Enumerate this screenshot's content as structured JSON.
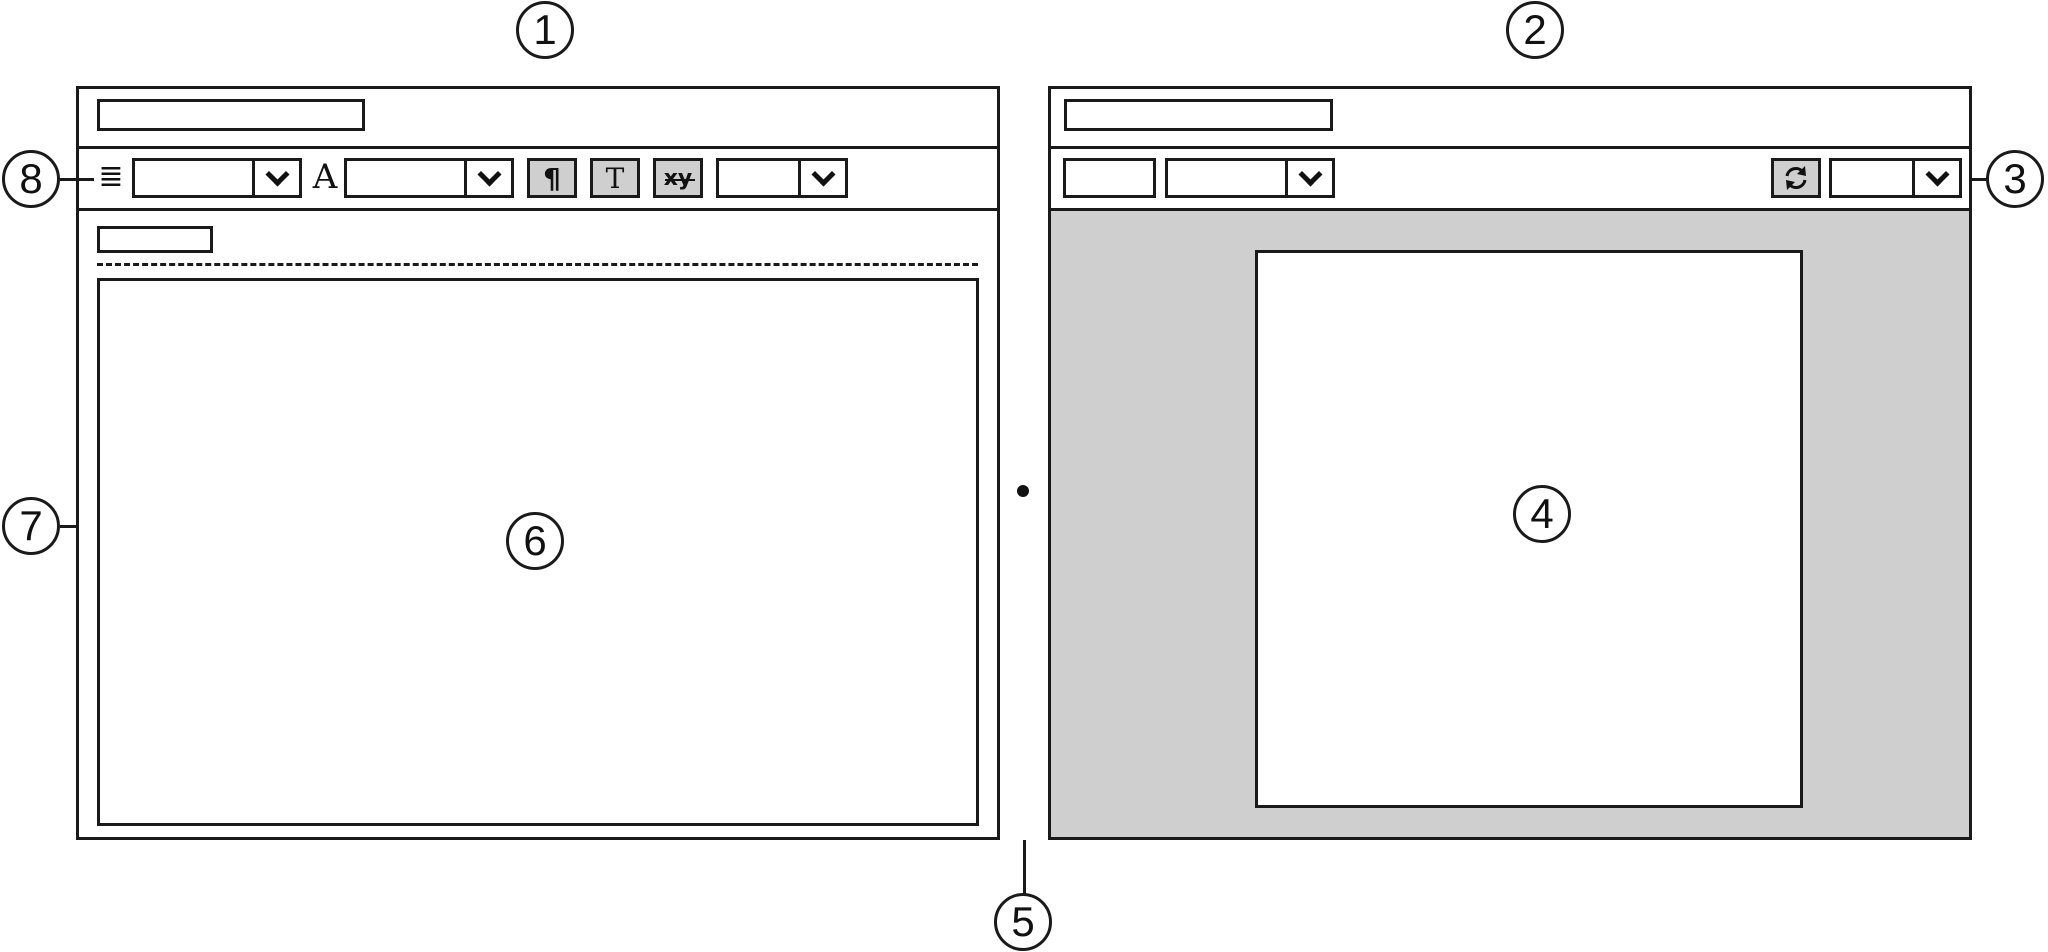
{
  "callouts": {
    "c1": "1",
    "c2": "2",
    "c3": "3",
    "c4": "4",
    "c5": "5",
    "c6": "6",
    "c7": "7",
    "c8": "8"
  },
  "toolbar": {
    "align_glyph": "≣",
    "font_glyph": "A",
    "paragraph_glyph": "¶",
    "text_glyph": "T",
    "xy_glyph": "xy"
  },
  "colors": {
    "stroke": "#1a1a1a",
    "preview_background": "#cfcfcf",
    "tool_fill": "#cfcfcf"
  },
  "icons": [
    "align-icon",
    "font-icon",
    "paragraph-icon",
    "text-icon",
    "xy-icon",
    "refresh-icon",
    "chevron-down-icon"
  ]
}
